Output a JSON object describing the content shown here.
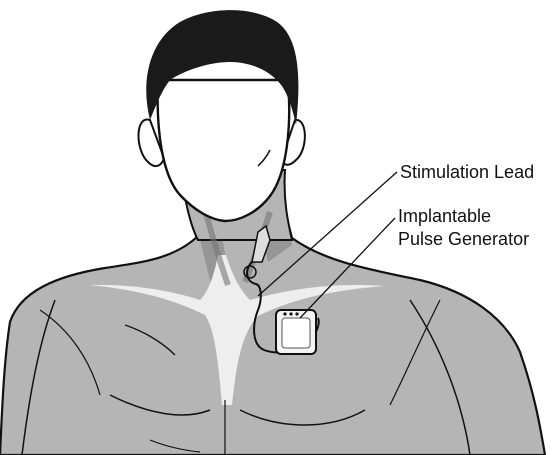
{
  "labels": {
    "stimulation_lead": "Stimulation Lead",
    "generator_line1": "Implantable",
    "generator_line2": "Pulse Generator"
  },
  "colors": {
    "skin": "#b5b5b5",
    "skin_shadow": "#8f8f8f",
    "highlight": "#eeeeee",
    "hair": "#1a1a1a",
    "outline": "#111111",
    "device": "#f4f4f4"
  },
  "icons": [
    "head-icon",
    "torso-icon",
    "stimulation-lead-icon",
    "pulse-generator-icon"
  ]
}
